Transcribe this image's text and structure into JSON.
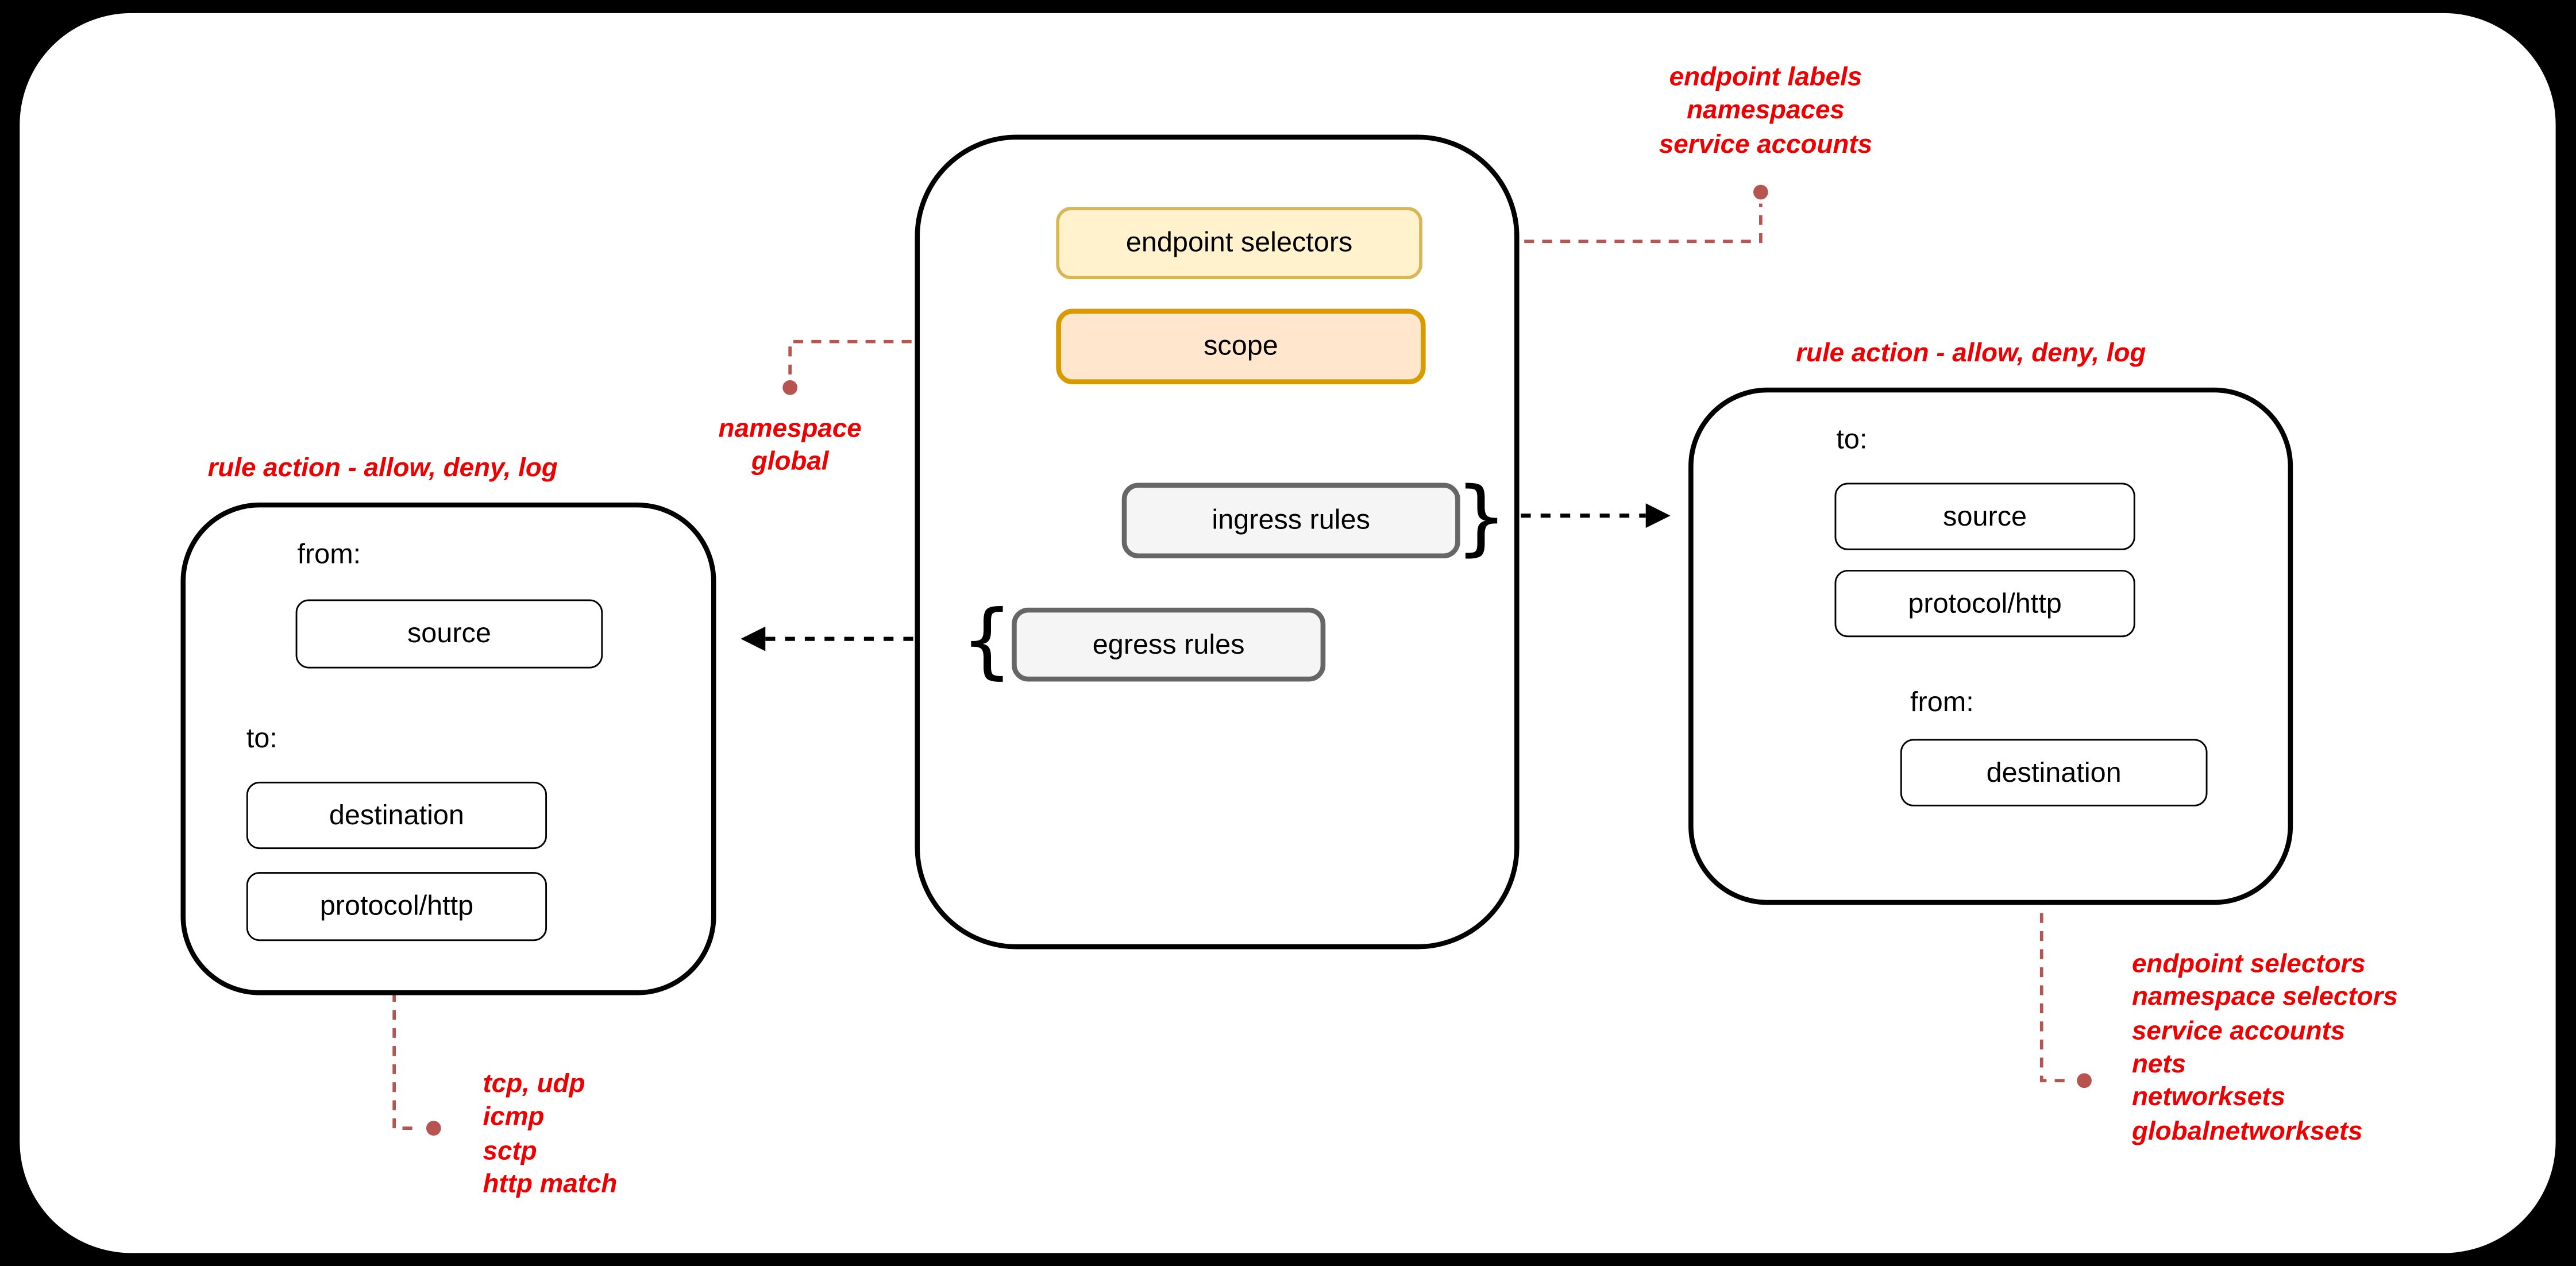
{
  "colors": {
    "background": "#000000",
    "canvas": "#ffffff",
    "endpoint_selectors_fill": "#fff2cc",
    "endpoint_selectors_border": "#d6b656",
    "scope_fill": "#ffe6cc",
    "scope_border": "#d79b00",
    "rules_fill": "#f5f5f5",
    "rules_border": "#666666",
    "annotation_text": "#ee0000",
    "connector_red": "#b85450",
    "connector_black": "#000000"
  },
  "center": {
    "endpoint_selectors_label": "endpoint selectors",
    "scope_label": "scope",
    "ingress_label": "ingress rules",
    "egress_label": "egress rules",
    "ingress_brace": "}",
    "egress_brace": "{"
  },
  "left_rule_box": {
    "title": "rule action - allow, deny, log",
    "from_label": "from:",
    "source_label": "source",
    "to_label": "to:",
    "destination_label": "destination",
    "protocol_label": "protocol/http"
  },
  "right_rule_box": {
    "title": "rule action - allow, deny, log",
    "to_label": "to:",
    "source_label": "source",
    "protocol_label": "protocol/http",
    "from_label": "from:",
    "destination_label": "destination"
  },
  "annotations": {
    "endpoint_selectors_note": "endpoint labels\nnamespaces\nservice accounts",
    "scope_note": "namespace\nglobal",
    "protocol_note": "tcp, udp\nicmp\nsctp\nhttp match",
    "destination_note": "endpoint selectors\nnamespace selectors\nservice accounts\nnets\nnetworksets\nglobalnetworksets"
  }
}
